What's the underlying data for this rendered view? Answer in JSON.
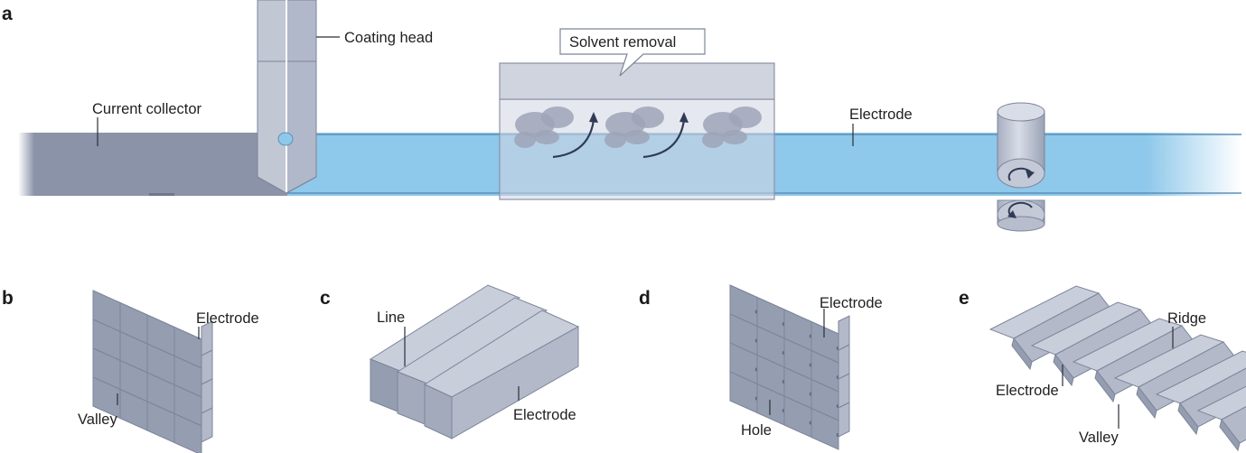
{
  "panels": {
    "a": {
      "letter": "a",
      "labels": {
        "current_collector": "Current collector",
        "coating_head": "Coating head",
        "solvent_removal": "Solvent removal",
        "electrode": "Electrode"
      }
    },
    "b": {
      "letter": "b",
      "labels": {
        "electrode": "Electrode",
        "valley": "Valley"
      }
    },
    "c": {
      "letter": "c",
      "labels": {
        "line": "Line",
        "electrode": "Electrode"
      }
    },
    "d": {
      "letter": "d",
      "labels": {
        "electrode": "Electrode",
        "hole": "Hole"
      }
    },
    "e": {
      "letter": "e",
      "labels": {
        "ridge": "Ridge",
        "electrode": "Electrode",
        "valley": "Valley"
      }
    }
  },
  "colors": {
    "collector": "#8a93a8",
    "electrode_layer": "#8ec8ea",
    "block_top": "#c9cedb",
    "block_front": "#b3b9c9",
    "block_side": "#959db1",
    "outline": "#7d859a",
    "arrow": "#2f3b55"
  }
}
